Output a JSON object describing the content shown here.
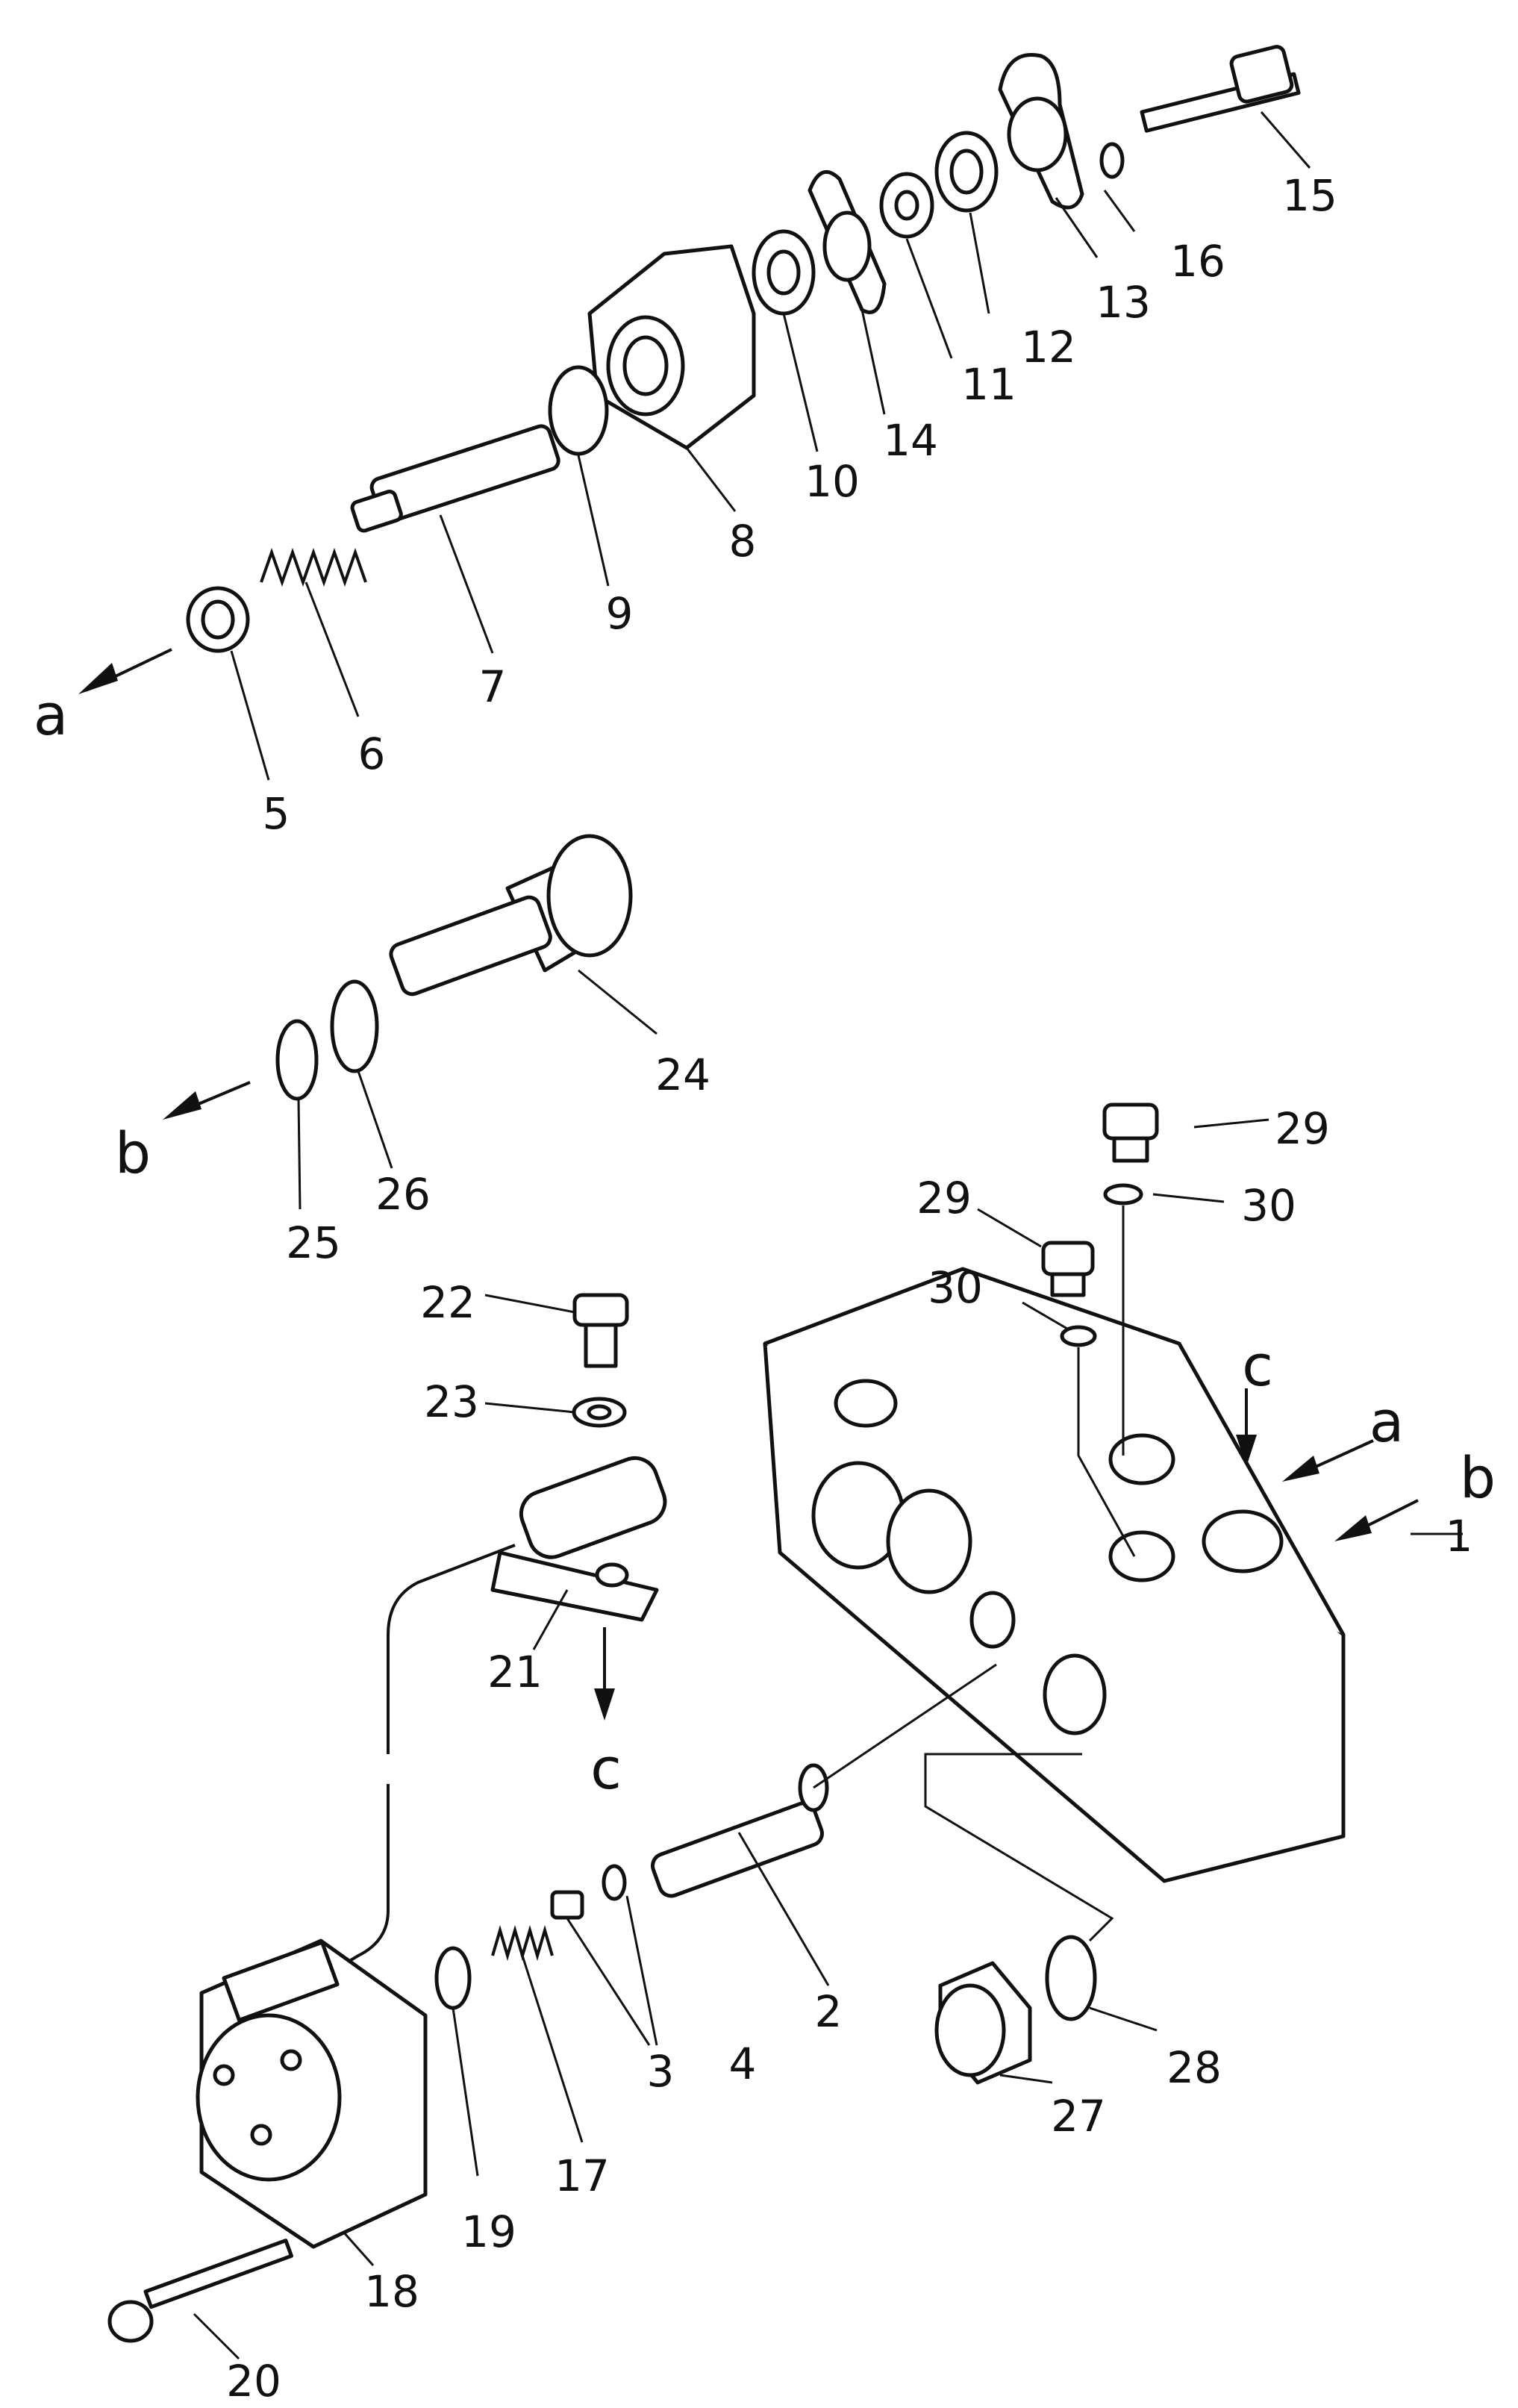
{
  "callouts": [
    "1",
    "2",
    "3",
    "4",
    "5",
    "6",
    "7",
    "8",
    "9",
    "10",
    "11",
    "12",
    "13",
    "14",
    "15",
    "16",
    "17",
    "18",
    "19",
    "20",
    "21",
    "22",
    "23",
    "24",
    "25",
    "26",
    "27",
    "28",
    "29",
    "29",
    "30",
    "30"
  ],
  "view_letters": {
    "a_left": "a",
    "b_left": "b",
    "c_bottom": "c",
    "c_top": "c",
    "a_right": "a",
    "b_right": "b"
  },
  "part_icons": [
    "housing",
    "spool",
    "poppet",
    "o-ring",
    "seat",
    "spring",
    "plunger",
    "cover",
    "gasket",
    "bearing",
    "bolt",
    "snap-ring",
    "cartridge-valve",
    "solenoid",
    "cable",
    "plug",
    "washer"
  ]
}
